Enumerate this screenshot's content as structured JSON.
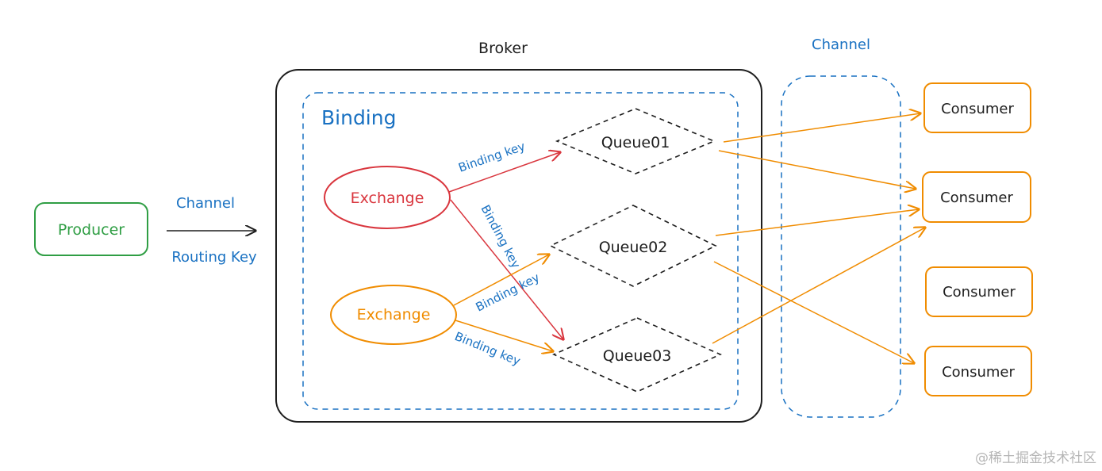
{
  "broker": {
    "label": "Broker"
  },
  "binding": {
    "label": "Binding"
  },
  "producer": {
    "label": "Producer"
  },
  "producer_link": {
    "channel": "Channel",
    "routing_key": "Routing Key"
  },
  "consumer_channel": {
    "label": "Channel"
  },
  "exchanges": [
    {
      "label": "Exchange",
      "color": "#d9363e"
    },
    {
      "label": "Exchange",
      "color": "#f08c00"
    }
  ],
  "queues": [
    {
      "label": "Queue01"
    },
    {
      "label": "Queue02"
    },
    {
      "label": "Queue03"
    }
  ],
  "binding_keys": [
    "Binding key",
    "Binding key",
    "Binding key",
    "Binding key"
  ],
  "consumers": [
    {
      "label": "Consumer"
    },
    {
      "label": "Consumer"
    },
    {
      "label": "Consumer"
    },
    {
      "label": "Consumer"
    }
  ],
  "watermark": "@稀土掘金技术社区",
  "colors": {
    "producer": "#2f9e44",
    "blue": "#1971c2",
    "red": "#d9363e",
    "orange": "#f08c00",
    "ink": "#1e1e1e"
  }
}
